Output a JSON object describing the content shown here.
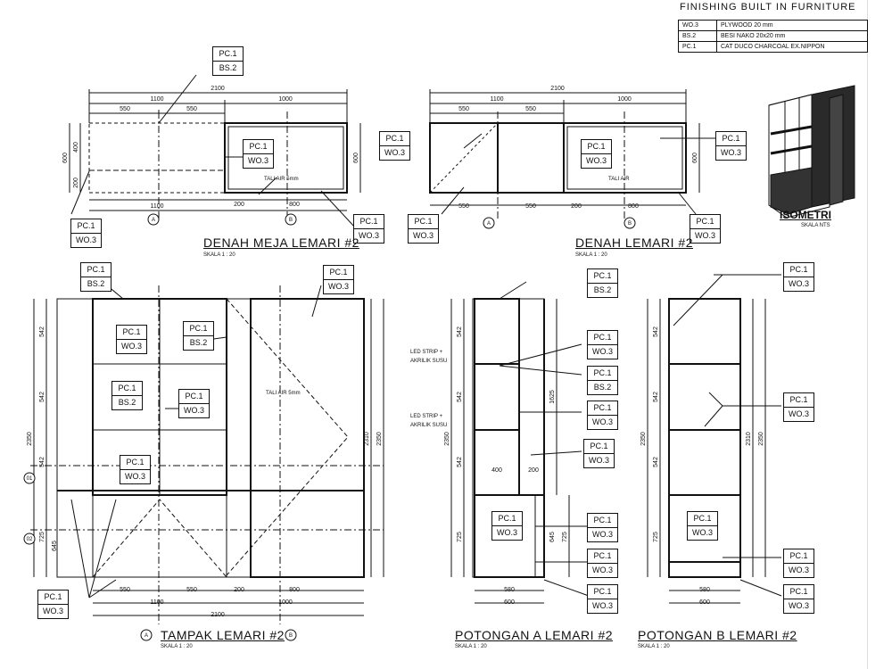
{
  "header": {
    "title": "FINISHING BUILT IN FURNITURE"
  },
  "legend": [
    {
      "code": "WO.3",
      "desc": "PLYWOOD 20 mm"
    },
    {
      "code": "BS.2",
      "desc": "BESI NAKO 20x20 mm"
    },
    {
      "code": "PC.1",
      "desc": "CAT DUCO CHARCOAL EX.NIPPON"
    }
  ],
  "views": {
    "denah_meja": {
      "title": "DENAH MEJA LEMARI #2",
      "scale": "SKALA   1 : 20"
    },
    "denah_lemari": {
      "title": "DENAH LEMARI #2",
      "scale": "SKALA   1 : 20"
    },
    "tampak": {
      "title": "TAMPAK LEMARI #2",
      "scale": "SKALA   1 : 20"
    },
    "potongan_a": {
      "title": "POTONGAN A LEMARI #2",
      "scale": "SKALA   1 : 20"
    },
    "potongan_b": {
      "title": "POTONGAN B LEMARI #2",
      "scale": "SKALA   1 : 20"
    },
    "isometri": {
      "title": "ISOMETRI",
      "scale": "SKALA   NTS"
    }
  },
  "tags": {
    "pc1": "PC.1",
    "pc1_alt": "PC.1",
    "wo3": "WO.3",
    "bs2": "BS.2"
  },
  "notes": {
    "tali_air_5mm": "TALI AIR 5mm",
    "tali_air": "TALI AIR",
    "led_strip": "LED STRIP +",
    "akrilik": "AKRILIK SUSU"
  },
  "dims": {
    "d2100": "2100",
    "d1100": "1100",
    "d1000": "1000",
    "d550": "550",
    "d600": "600",
    "d400": "400",
    "d200": "200",
    "d800": "800",
    "d542": "542",
    "d2350": "2350",
    "d2310": "2310",
    "d725": "725",
    "d645": "645",
    "d580": "580",
    "d1625": "1625"
  },
  "markers": {
    "a": "A",
    "b": "B",
    "m01": "01",
    "m02": "02"
  }
}
